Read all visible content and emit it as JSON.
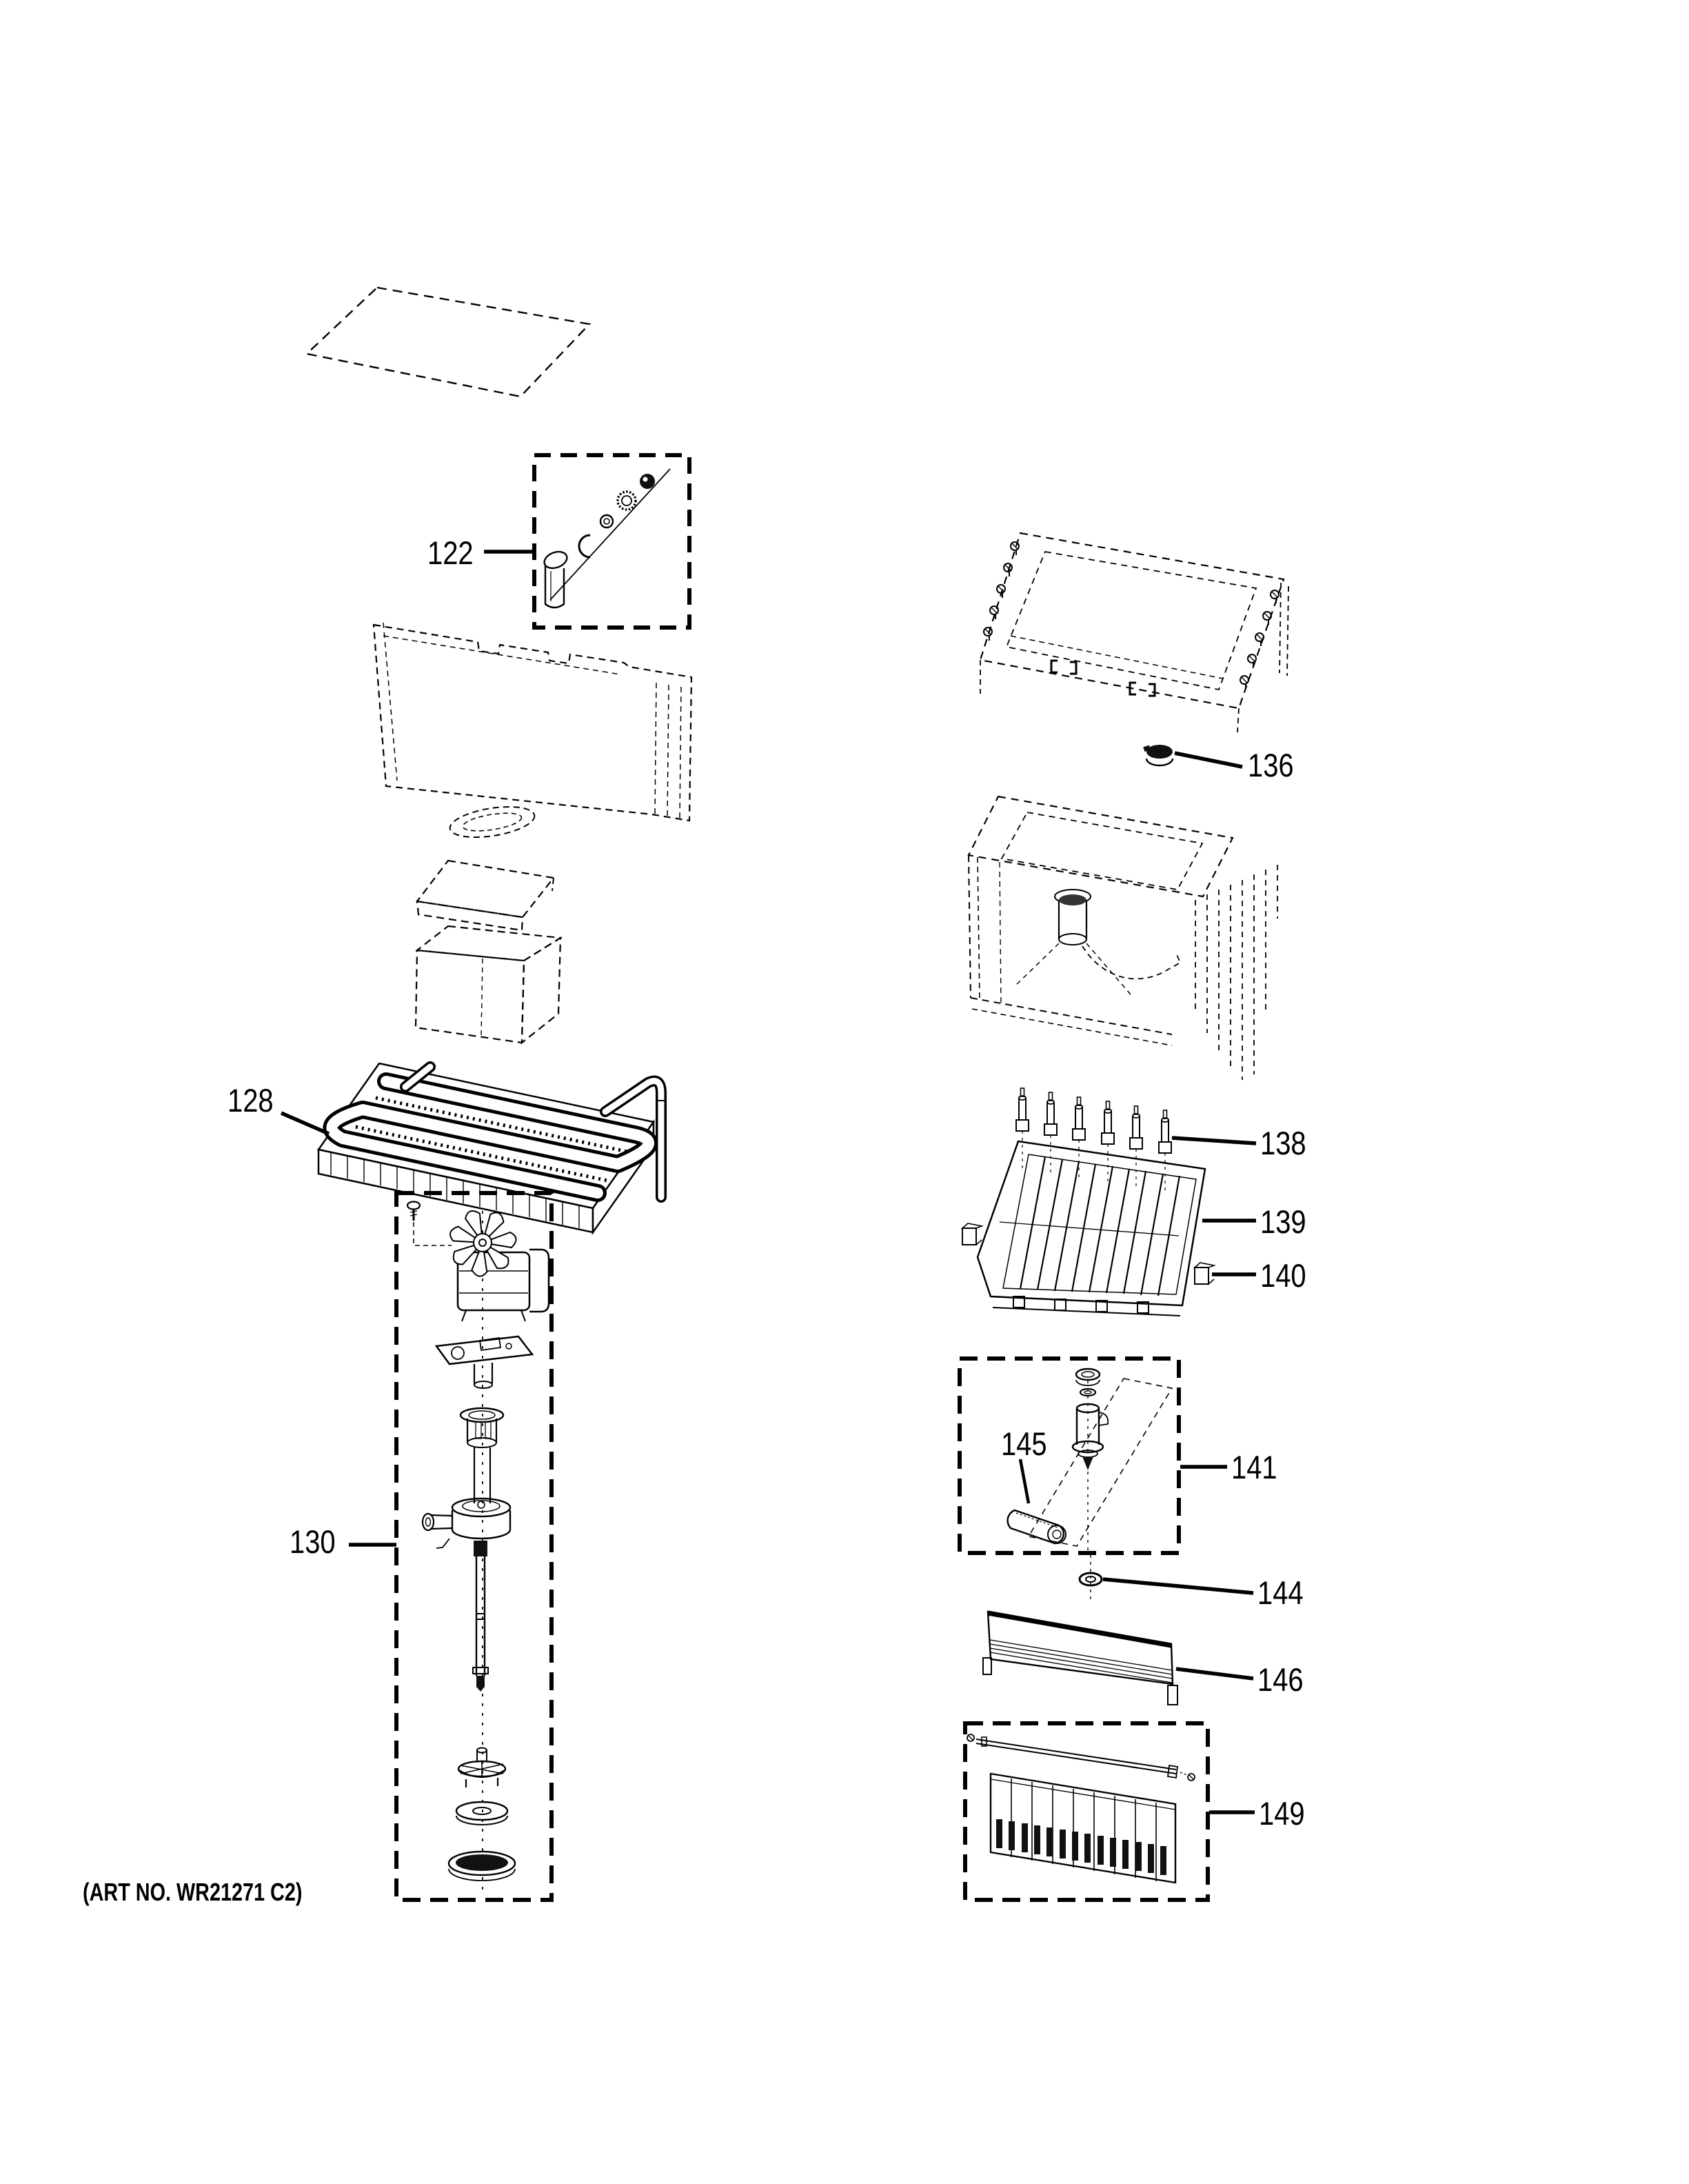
{
  "page": {
    "background": "#ffffff",
    "ink": "#000000"
  },
  "footer": {
    "art_no": "(ART NO. WR21271 C2)"
  },
  "callouts": {
    "c122": "122",
    "c128": "128",
    "c130": "130",
    "c136": "136",
    "c138": "138",
    "c139": "139",
    "c140": "140",
    "c141": "141",
    "c144": "144",
    "c145": "145",
    "c146": "146",
    "c149": "149"
  }
}
